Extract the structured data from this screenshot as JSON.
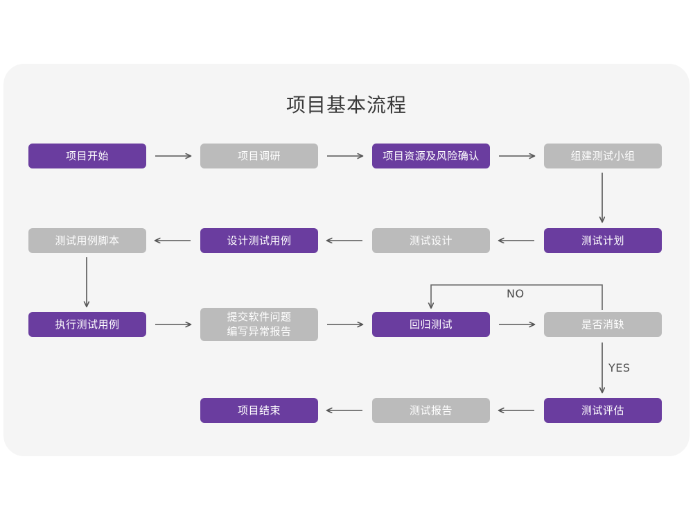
{
  "page": {
    "background_color": "#ffffff",
    "card_color": "#f5f5f5",
    "title": "项目基本流程"
  },
  "colors": {
    "purple": "#6a3d9f",
    "gray": "#bbbbbb",
    "arrow": "#555555",
    "title_text": "#3a3a3a",
    "node_text": "#ffffff"
  },
  "chart_data": {
    "type": "diagram",
    "title": "项目基本流程",
    "nodes": [
      {
        "id": "n1",
        "label": "项目开始",
        "style": "purple",
        "row": 1,
        "col": 1
      },
      {
        "id": "n2",
        "label": "项目调研",
        "style": "gray",
        "row": 1,
        "col": 2
      },
      {
        "id": "n3",
        "label": "项目资源及风险确认",
        "style": "purple",
        "row": 1,
        "col": 3
      },
      {
        "id": "n4",
        "label": "组建测试小组",
        "style": "gray",
        "row": 1,
        "col": 4
      },
      {
        "id": "n5",
        "label": "测试用例脚本",
        "style": "gray",
        "row": 2,
        "col": 1
      },
      {
        "id": "n6",
        "label": "设计测试用例",
        "style": "purple",
        "row": 2,
        "col": 2
      },
      {
        "id": "n7",
        "label": "测试设计",
        "style": "gray",
        "row": 2,
        "col": 3
      },
      {
        "id": "n8",
        "label": "测试计划",
        "style": "purple",
        "row": 2,
        "col": 4
      },
      {
        "id": "n9",
        "label": "执行测试用例",
        "style": "purple",
        "row": 3,
        "col": 1
      },
      {
        "id": "n10",
        "label": "提交软件问题\n编写异常报告",
        "style": "gray",
        "row": 3,
        "col": 2
      },
      {
        "id": "n11",
        "label": "回归测试",
        "style": "purple",
        "row": 3,
        "col": 3
      },
      {
        "id": "n12",
        "label": "是否消缺",
        "style": "gray",
        "row": 3,
        "col": 4
      },
      {
        "id": "n13",
        "label": "项目结束",
        "style": "purple",
        "row": 4,
        "col": 2
      },
      {
        "id": "n14",
        "label": "测试报告",
        "style": "gray",
        "row": 4,
        "col": 3
      },
      {
        "id": "n15",
        "label": "测试评估",
        "style": "purple",
        "row": 4,
        "col": 4
      }
    ],
    "edges": [
      {
        "from": "n1",
        "to": "n2",
        "direction": "right",
        "label": ""
      },
      {
        "from": "n2",
        "to": "n3",
        "direction": "right",
        "label": ""
      },
      {
        "from": "n3",
        "to": "n4",
        "direction": "right",
        "label": ""
      },
      {
        "from": "n4",
        "to": "n8",
        "direction": "down",
        "label": ""
      },
      {
        "from": "n8",
        "to": "n7",
        "direction": "left",
        "label": ""
      },
      {
        "from": "n7",
        "to": "n6",
        "direction": "left",
        "label": ""
      },
      {
        "from": "n6",
        "to": "n5",
        "direction": "left",
        "label": ""
      },
      {
        "from": "n5",
        "to": "n9",
        "direction": "down",
        "label": ""
      },
      {
        "from": "n9",
        "to": "n10",
        "direction": "right",
        "label": ""
      },
      {
        "from": "n10",
        "to": "n11",
        "direction": "right",
        "label": ""
      },
      {
        "from": "n11",
        "to": "n12",
        "direction": "right",
        "label": ""
      },
      {
        "from": "n12",
        "to": "n11",
        "direction": "loop-up-left",
        "label": "NO"
      },
      {
        "from": "n12",
        "to": "n15",
        "direction": "down",
        "label": "YES"
      },
      {
        "from": "n15",
        "to": "n14",
        "direction": "left",
        "label": ""
      },
      {
        "from": "n14",
        "to": "n13",
        "direction": "left",
        "label": ""
      }
    ],
    "edge_labels": {
      "no": "NO",
      "yes": "YES"
    }
  }
}
